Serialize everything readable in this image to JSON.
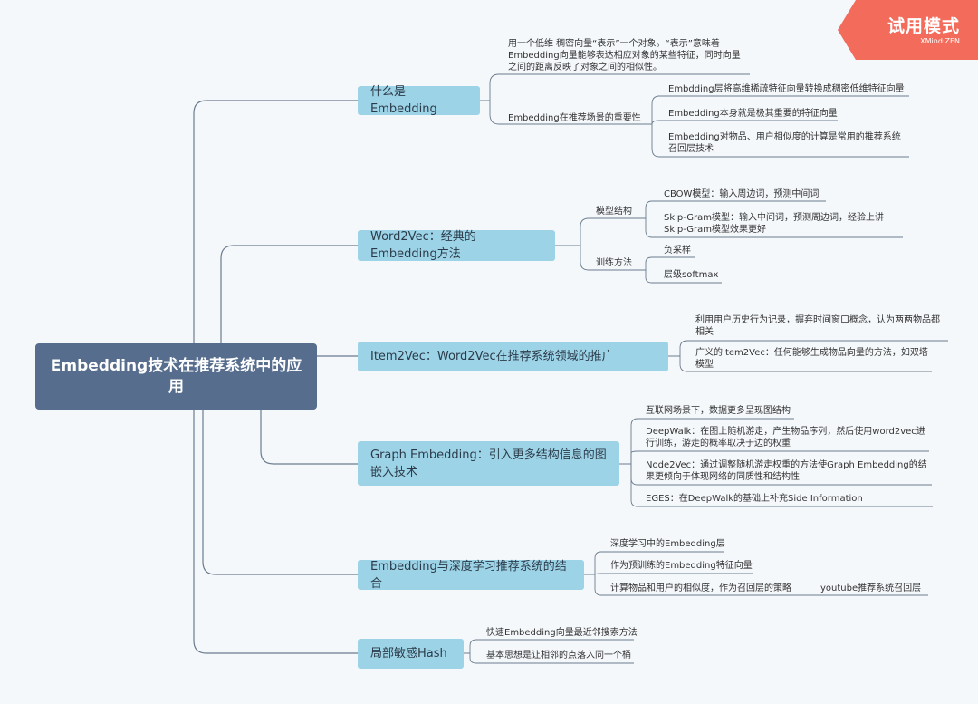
{
  "badge": {
    "title": "试用模式",
    "brand": "XMind·ZEN"
  },
  "root": {
    "label": "Embedding技术在推荐系统中的应用"
  },
  "topics": {
    "t1": {
      "label": "什么是Embedding",
      "def": "用一个低维 稠密向量“表示”一个对象。“表示”意味着Embedding向量能够表达相应对象的某些特征，同时向量之间的距离反映了对象之间的相似性。",
      "importance": "Embedding在推荐场景的重要性",
      "imp_items": [
        "Embdding层将高维稀疏特征向量转换成稠密低维特征向量",
        "Embedding本身就是极其重要的特征向量",
        "Embedding对物品、用户相似度的计算是常用的推荐系统召回层技术"
      ]
    },
    "t2": {
      "label": "Word2Vec：经典的Embedding方法",
      "structure": "模型结构",
      "structure_items": [
        "CBOW模型：输入周边词，预测中间词",
        "Skip-Gram模型：输入中间词，预测周边词，经验上讲Skip-Gram模型效果更好"
      ],
      "training": "训练方法",
      "training_items": [
        "负采样",
        "层级softmax"
      ]
    },
    "t3": {
      "label": "Item2Vec：Word2Vec在推荐系统领域的推广",
      "items": [
        "利用用户历史行为记录，摒弃时间窗口概念，认为两两物品都相关",
        "广义的Item2Vec：任何能够生成物品向量的方法，如双塔模型"
      ]
    },
    "t4": {
      "label": "Graph Embedding：引入更多结构信息的图嵌入技术",
      "items": [
        "互联网场景下，数据更多呈现图结构",
        "DeepWalk：在图上随机游走，产生物品序列，然后使用word2vec进行训练，游走的概率取决于边的权重",
        "Node2Vec：通过调整随机游走权重的方法使Graph Embedding的结果更倾向于体现网络的同质性和结构性",
        "EGES：在DeepWalk的基础上补充Side Information"
      ]
    },
    "t5": {
      "label": "Embedding与深度学习推荐系统的结合",
      "items": [
        "深度学习中的Embedding层",
        "作为预训练的Embedding特征向量",
        "计算物品和用户的相似度，作为召回层的策略"
      ],
      "sub": "youtube推荐系统召回层"
    },
    "t6": {
      "label": "局部敏感Hash",
      "items": [
        "快速Embedding向量最近邻搜索方法",
        "基本思想是让相邻的点落入同一个桶"
      ]
    }
  },
  "colors": {
    "root": "#566d8e",
    "topic": "#9dd3e6",
    "line": "#6b7c8f",
    "badge": "#f26b5b",
    "bg": "#f5f8fb"
  }
}
